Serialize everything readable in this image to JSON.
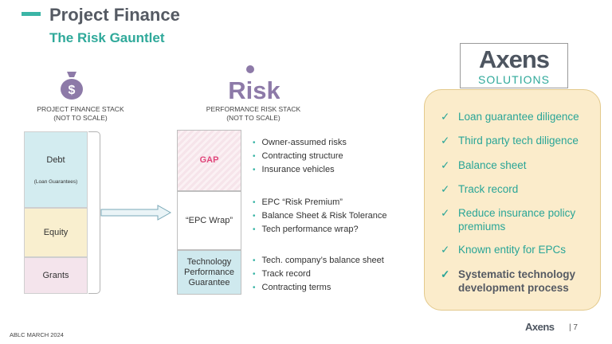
{
  "header": {
    "title": "Project Finance",
    "subtitle": "The Risk Gauntlet"
  },
  "finance_stack": {
    "caption_line1": "PROJECT FINANCE STACK",
    "caption_line2": "(NOT TO SCALE)",
    "debt": "Debt",
    "debt_note": "(Loan Guarantees)",
    "equity": "Equity",
    "grants": "Grants",
    "icon": "money-bag-icon"
  },
  "performance_stack": {
    "caption_line1": "PERFORMANCE RISK STACK",
    "caption_line2": "(NOT TO SCALE)",
    "gap": "GAP",
    "epc_wrap": "“EPC Wrap”",
    "tech_line1": "Technology",
    "tech_line2": "Performance",
    "tech_line3": "Guarantee",
    "icon_text": "Risk"
  },
  "bullets": {
    "gap": [
      "Owner-assumed risks",
      "Contracting structure",
      "Insurance vehicles"
    ],
    "epc": [
      "EPC “Risk Premium”",
      "Balance Sheet & Risk Tolerance",
      "Tech performance wrap?"
    ],
    "tech": [
      "Tech. company’s balance sheet",
      "Track record",
      "Contracting terms"
    ]
  },
  "logo": {
    "main": "Axens",
    "sub": "SOLUTIONS"
  },
  "panel": {
    "items": [
      "Loan guarantee diligence",
      "Third party tech diligence",
      "Balance sheet",
      "Track record",
      "Reduce insurance policy premiums",
      "Known entity for EPCs",
      "Systematic technology development process"
    ],
    "check": "✓"
  },
  "footer": {
    "left": "ABLC MARCH 2024",
    "logo": "Axens",
    "page": "| 7"
  },
  "colors": {
    "accent": "#3bb5a6",
    "title": "#555a63",
    "gap": "#e0447a",
    "panel_bg": "#fbeccb"
  }
}
